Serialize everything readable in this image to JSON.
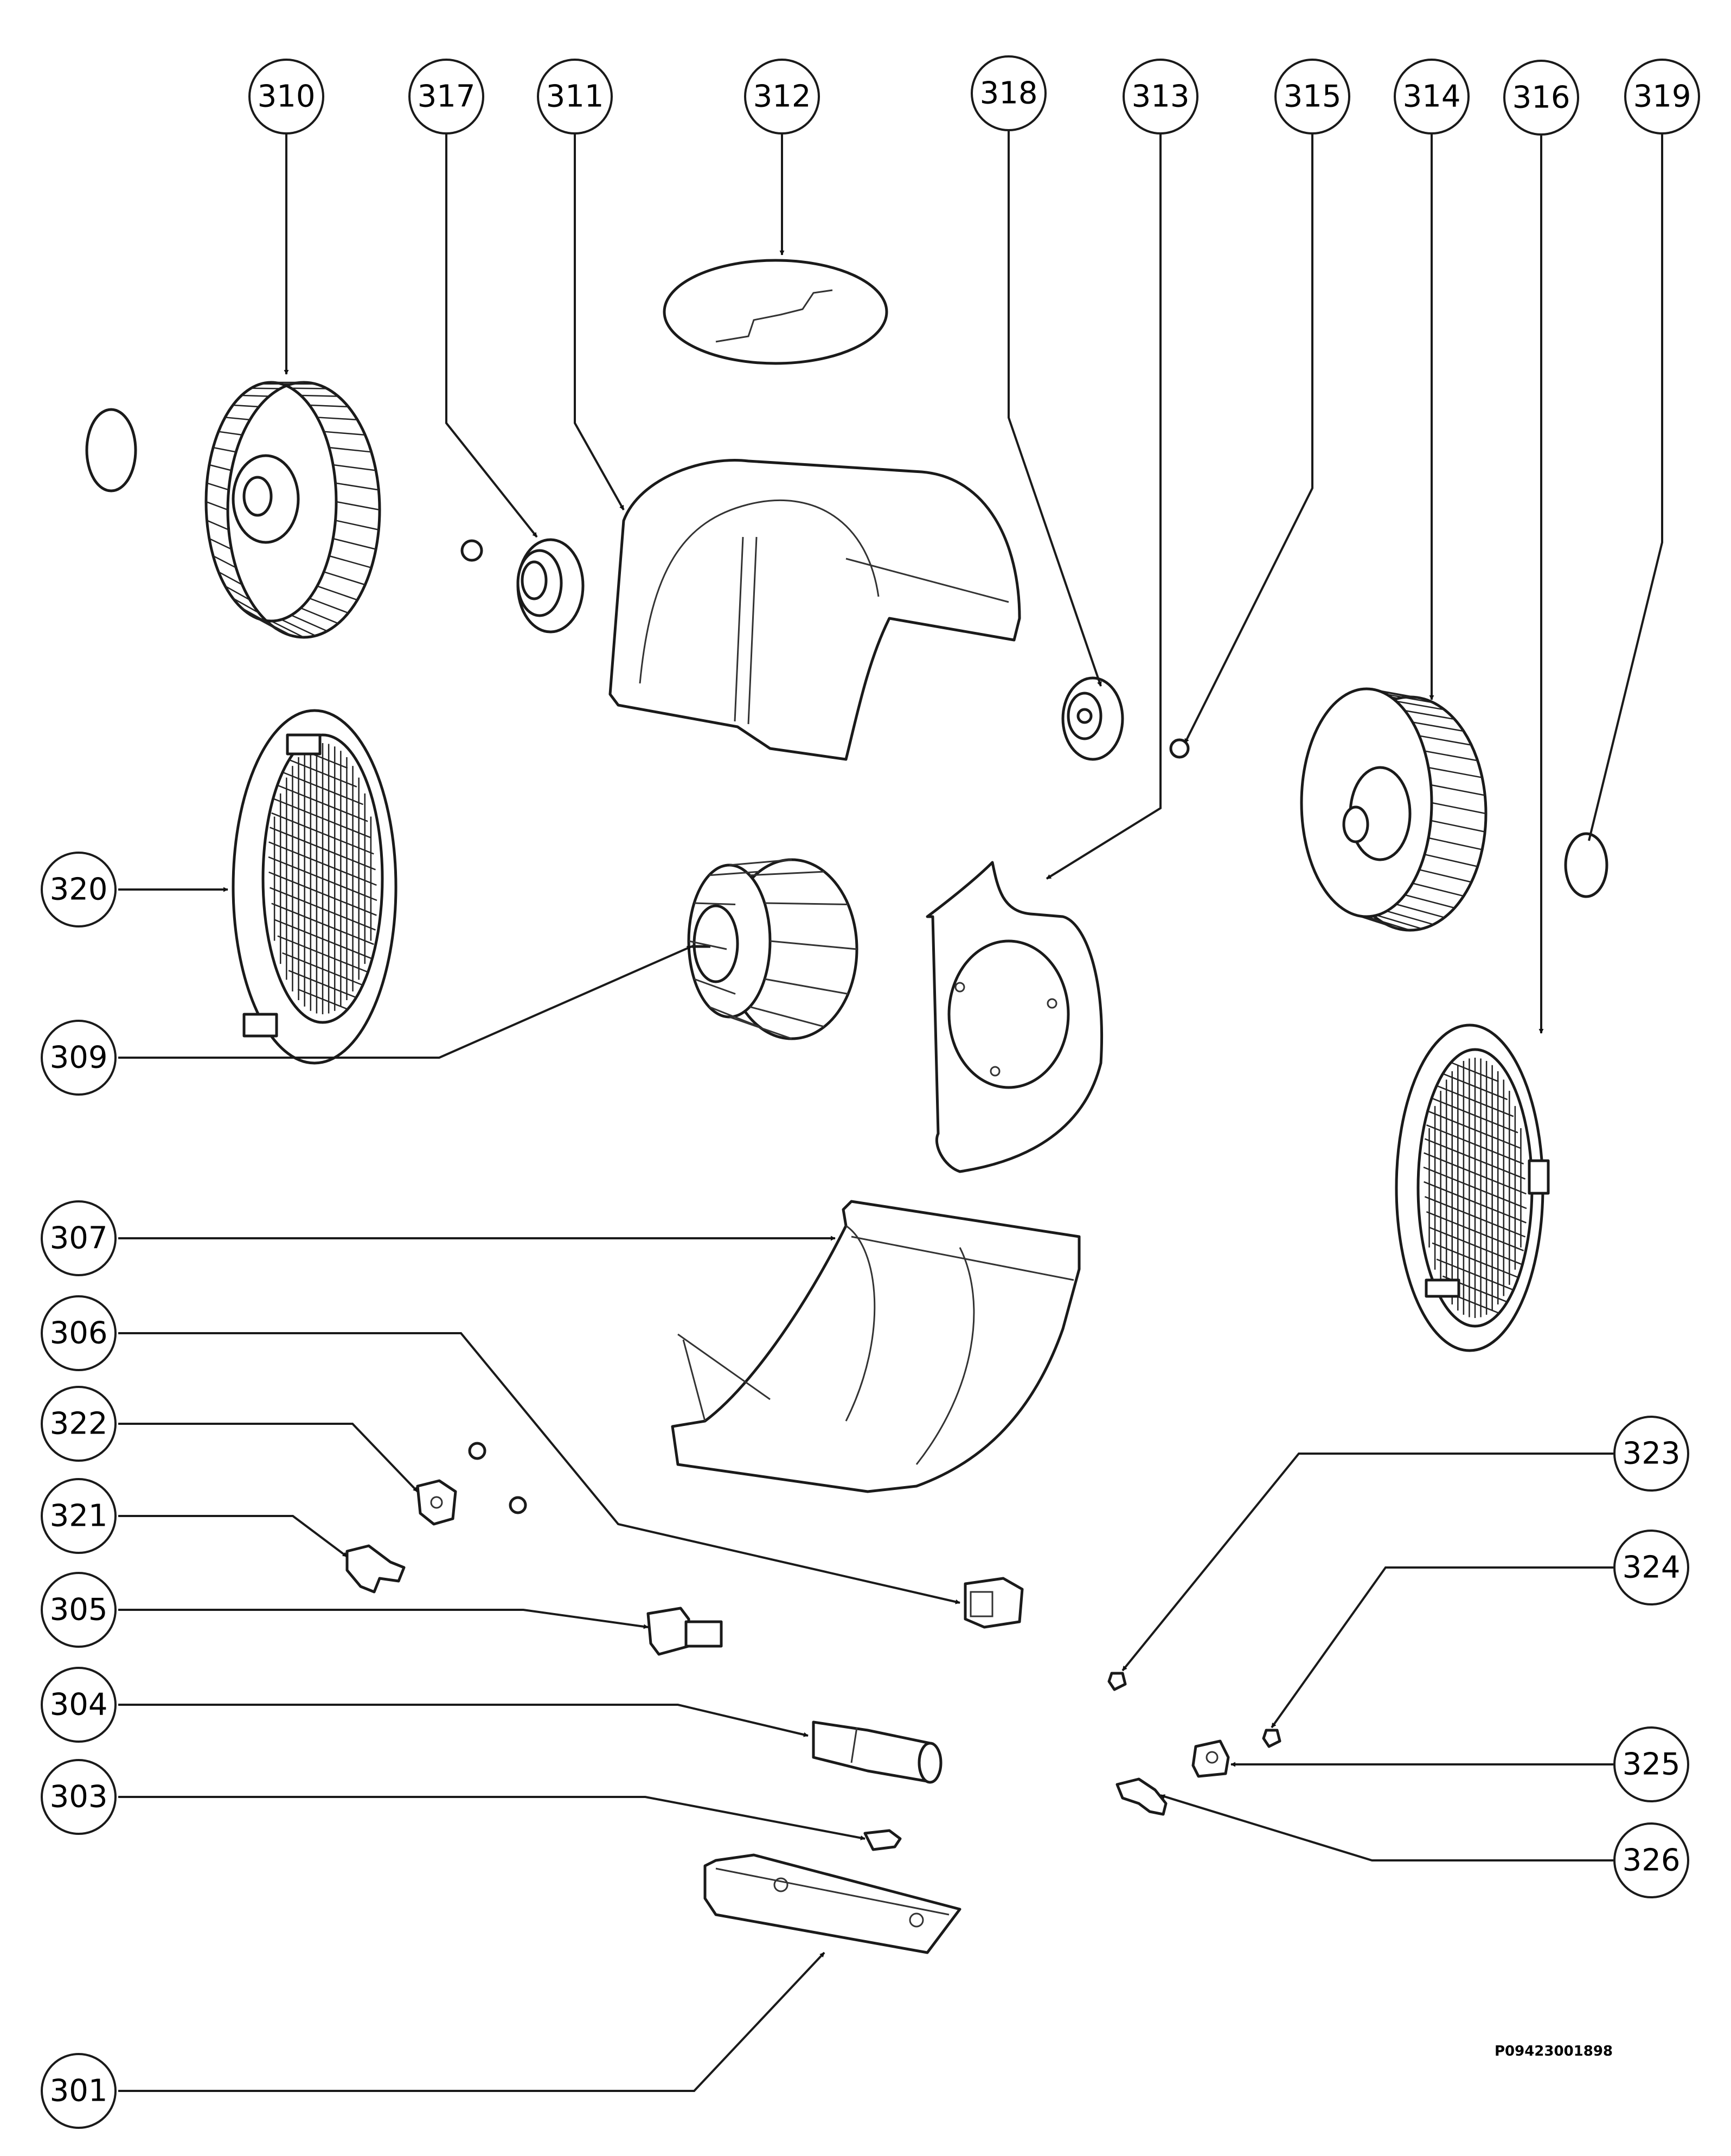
{
  "diagram": {
    "doc_code": "P09423001898",
    "callouts": [
      {
        "id": "c310",
        "label": "310"
      },
      {
        "id": "c317",
        "label": "317"
      },
      {
        "id": "c311",
        "label": "311"
      },
      {
        "id": "c312",
        "label": "312"
      },
      {
        "id": "c318",
        "label": "318"
      },
      {
        "id": "c313",
        "label": "313"
      },
      {
        "id": "c315",
        "label": "315"
      },
      {
        "id": "c314",
        "label": "314"
      },
      {
        "id": "c316",
        "label": "316"
      },
      {
        "id": "c319",
        "label": "319"
      },
      {
        "id": "c320",
        "label": "320"
      },
      {
        "id": "c309",
        "label": "309"
      },
      {
        "id": "c307",
        "label": "307"
      },
      {
        "id": "c306",
        "label": "306"
      },
      {
        "id": "c322",
        "label": "322"
      },
      {
        "id": "c321",
        "label": "321"
      },
      {
        "id": "c305",
        "label": "305"
      },
      {
        "id": "c304",
        "label": "304"
      },
      {
        "id": "c303",
        "label": "303"
      },
      {
        "id": "c301",
        "label": "301"
      },
      {
        "id": "c323",
        "label": "323"
      },
      {
        "id": "c324",
        "label": "324"
      },
      {
        "id": "c325",
        "label": "325"
      },
      {
        "id": "c326",
        "label": "326"
      }
    ]
  }
}
